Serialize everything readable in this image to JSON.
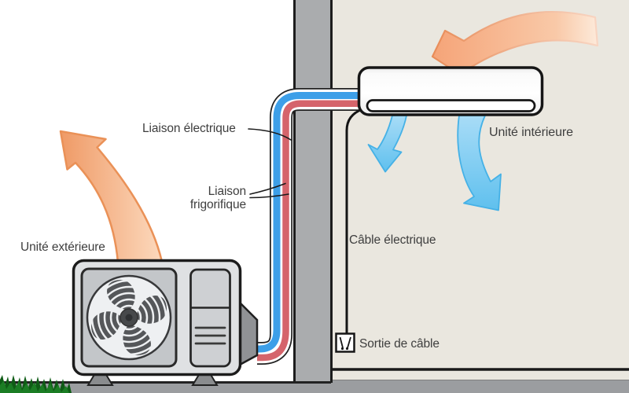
{
  "diagram": {
    "title_implicit": "Split air conditioner installation diagram",
    "labels": {
      "liaison_electrique": "Liaison électrique",
      "liaison_frigorifique": "Liaison frigorifique",
      "unite_exterieure": "Unité extérieure",
      "unite_interieure": "Unité intérieure",
      "cable_electrique": "Câble électrique",
      "sortie_de_cable": "Sortie de câble"
    },
    "colors": {
      "hot_air_arrow": "#f2a87c",
      "cold_air_arrow": "#7fccf2",
      "refrigerant_cold_pipe": "#3d9fe8",
      "refrigerant_warm_pipe": "#d5646b",
      "electric_cable": "#141414",
      "wall": "#aaacae",
      "room_background": "#eae7df",
      "outside_background": "#ffffff",
      "ground": "#9b9da0",
      "grass": "#1b7d24",
      "unit_body": "#dfe1e3"
    }
  }
}
